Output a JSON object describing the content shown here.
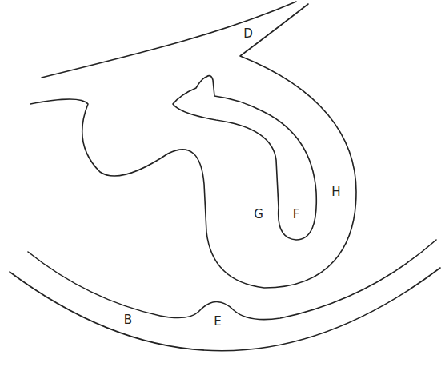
{
  "diagram": {
    "labels": [
      "D",
      "G",
      "F",
      "H",
      "B",
      "E"
    ]
  }
}
